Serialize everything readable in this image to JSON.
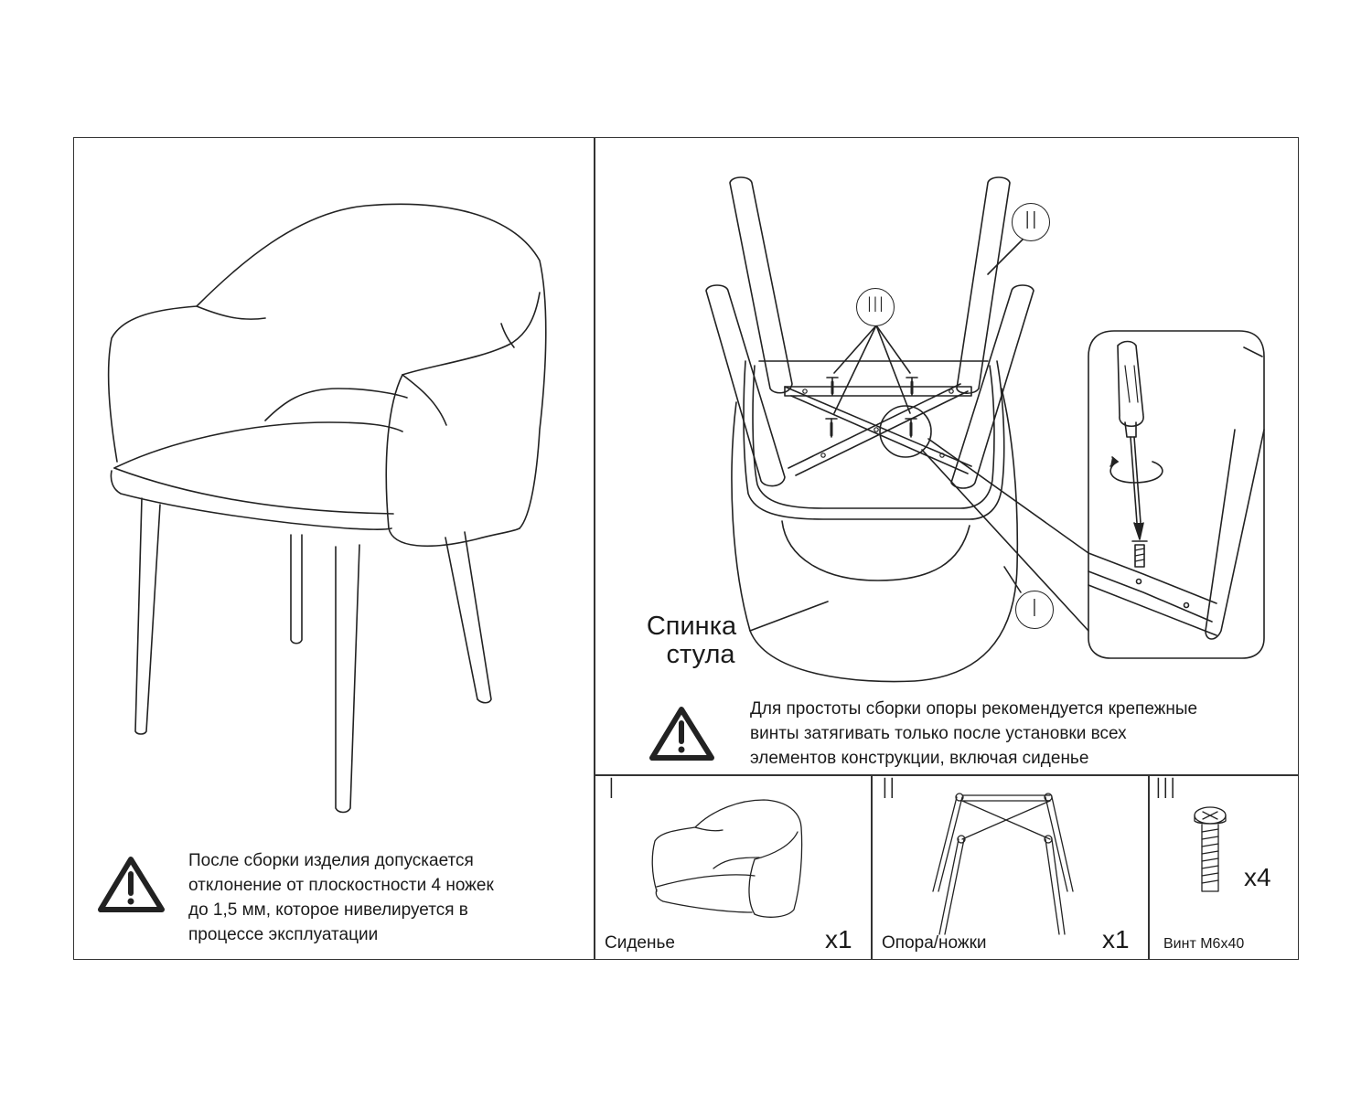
{
  "warnings": {
    "left": [
      "После сборки изделия допускается",
      "отклонение от плоскостности 4 ножек",
      "до 1,5 мм, которое нивелируется в",
      "процессе эксплуатации"
    ],
    "right": [
      "Для простоты сборки опоры рекомендуется крепежные",
      "винты затягивать только после установки всех",
      "элементов конструкции, включая сиденье"
    ]
  },
  "callouts": {
    "seat_back": [
      "Спинка",
      "стула"
    ],
    "part_I": "I",
    "part_II": "II",
    "part_III": "III"
  },
  "parts": [
    {
      "numeral": "I",
      "name": "Сиденье",
      "qty": "x1"
    },
    {
      "numeral": "II",
      "name": "Опора/ножки",
      "qty": "x1"
    },
    {
      "numeral": "III",
      "name": "Винт М6х40",
      "qty": "x4"
    }
  ],
  "icons": {
    "warning": "warning-triangle-icon",
    "screwdriver": "screwdriver-icon",
    "rotation": "rotation-arrow-icon"
  },
  "colors": {
    "line": "#222222",
    "background": "#ffffff"
  }
}
